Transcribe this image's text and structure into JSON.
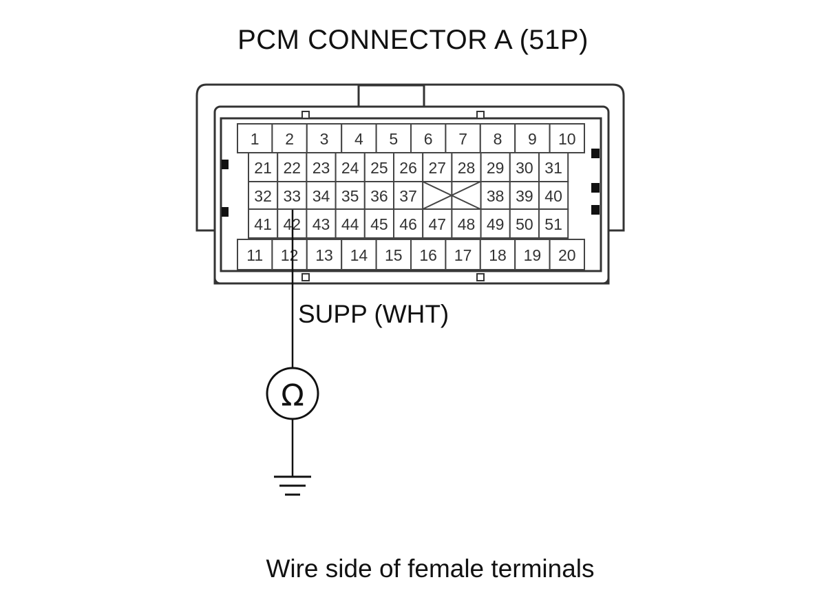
{
  "title": "PCM CONNECTOR A (51P)",
  "wire_label": "SUPP (WHT)",
  "caption": "Wire side of female terminals",
  "meter_symbol": "Ω",
  "meter_icon": "ohmmeter-icon",
  "ground_icon": "ground-icon",
  "probed_terminal": "42",
  "connector": {
    "rows": [
      [
        "1",
        "2",
        "3",
        "4",
        "5",
        "6",
        "7",
        "8",
        "9",
        "10"
      ],
      [
        "21",
        "22",
        "23",
        "24",
        "25",
        "26",
        "27",
        "28",
        "29",
        "30",
        "31"
      ],
      [
        "32",
        "33",
        "34",
        "35",
        "36",
        "37",
        "",
        "",
        "38",
        "39",
        "40"
      ],
      [
        "41",
        "42",
        "43",
        "44",
        "45",
        "46",
        "47",
        "48",
        "49",
        "50",
        "51"
      ],
      [
        "11",
        "12",
        "13",
        "14",
        "15",
        "16",
        "17",
        "18",
        "19",
        "20"
      ]
    ]
  }
}
